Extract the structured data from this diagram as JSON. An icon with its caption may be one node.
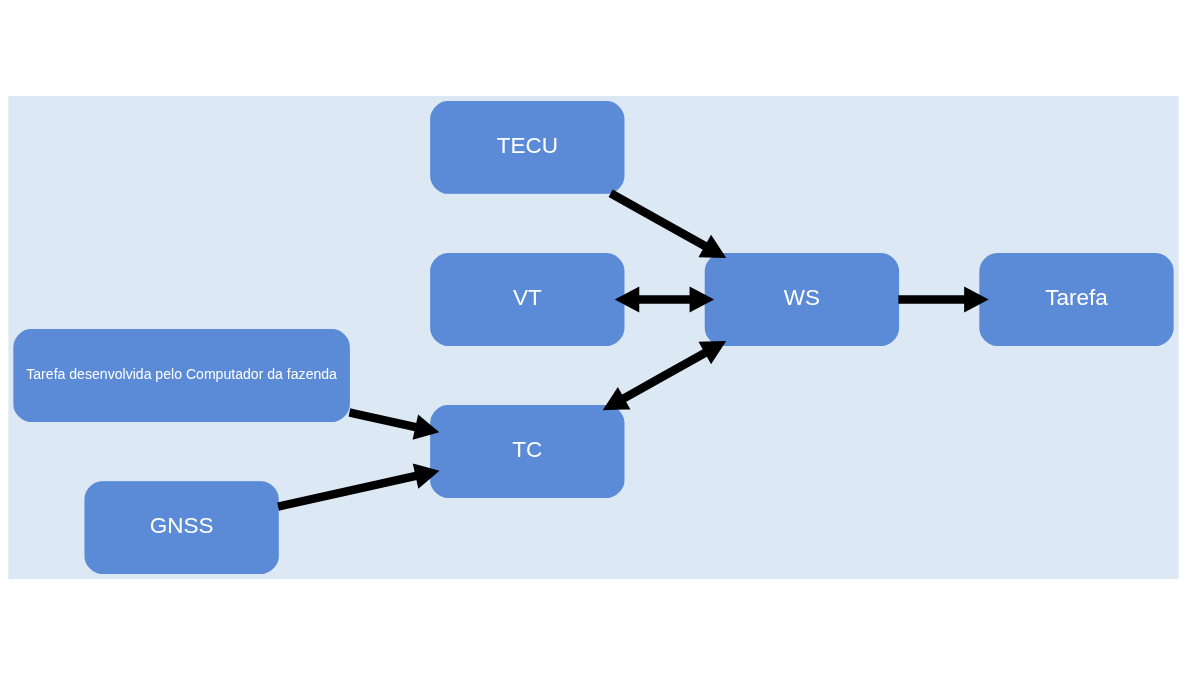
{
  "diagram": {
    "nodes": [
      {
        "text": [
          "TECU"
        ]
      },
      {
        "text": [
          "VT"
        ]
      },
      {
        "text": [
          "Tarefa desenvolvida pelo Computador da fazenda"
        ]
      },
      {
        "text": [
          "WS"
        ]
      },
      {
        "text": [
          "Tarefa"
        ]
      },
      {
        "text": [
          "TC"
        ]
      },
      {
        "text": [
          "GNSS"
        ]
      }
    ],
    "edges": [
      {
        "from": 0,
        "to": 3,
        "arrow": "to"
      },
      {
        "from": 1,
        "to": 3,
        "arrow": "both"
      },
      {
        "from": 5,
        "to": 3,
        "arrow": "both"
      },
      {
        "from": 3,
        "to": 4,
        "arrow": "to"
      },
      {
        "from": 2,
        "to": 5,
        "arrow": "to"
      },
      {
        "from": 6,
        "to": 5,
        "arrow": "to"
      }
    ]
  }
}
